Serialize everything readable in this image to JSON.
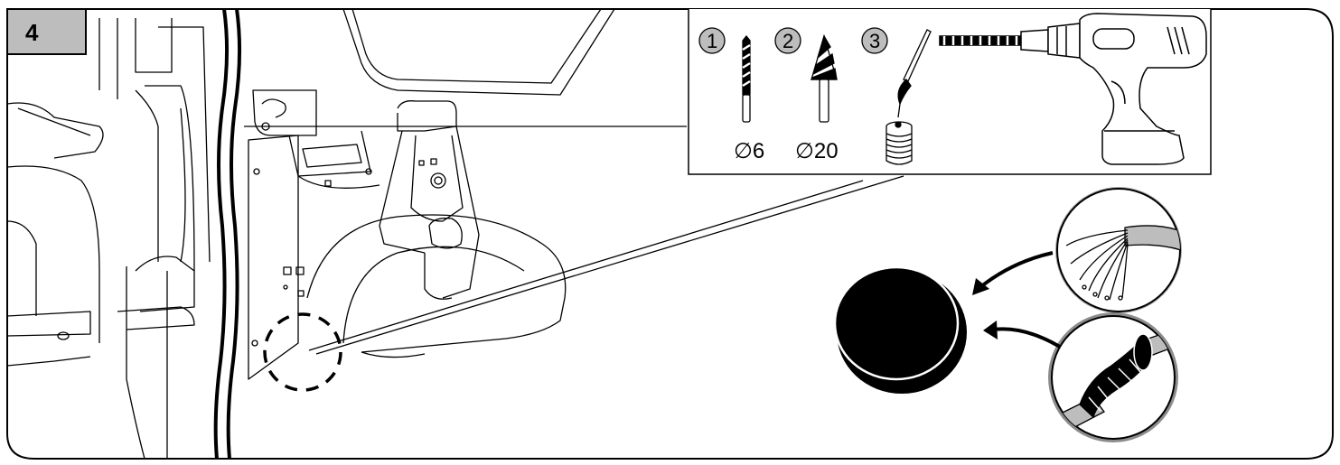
{
  "step": {
    "number": "4"
  },
  "tools": [
    {
      "index": "1",
      "label": "∅6"
    },
    {
      "index": "2",
      "label": "∅20"
    },
    {
      "index": "3",
      "label": ""
    }
  ],
  "icons": [
    "drill-bit-icon",
    "step-drill-bit-icon",
    "paint-brush-icon",
    "paint-can-icon",
    "cordless-drill-icon",
    "cable-wires-icon",
    "rubber-grommet-icon",
    "cable-hole-plug-icon"
  ],
  "colors": {
    "line": "#000000",
    "badge": "#bdbdbd",
    "background": "#ffffff"
  }
}
